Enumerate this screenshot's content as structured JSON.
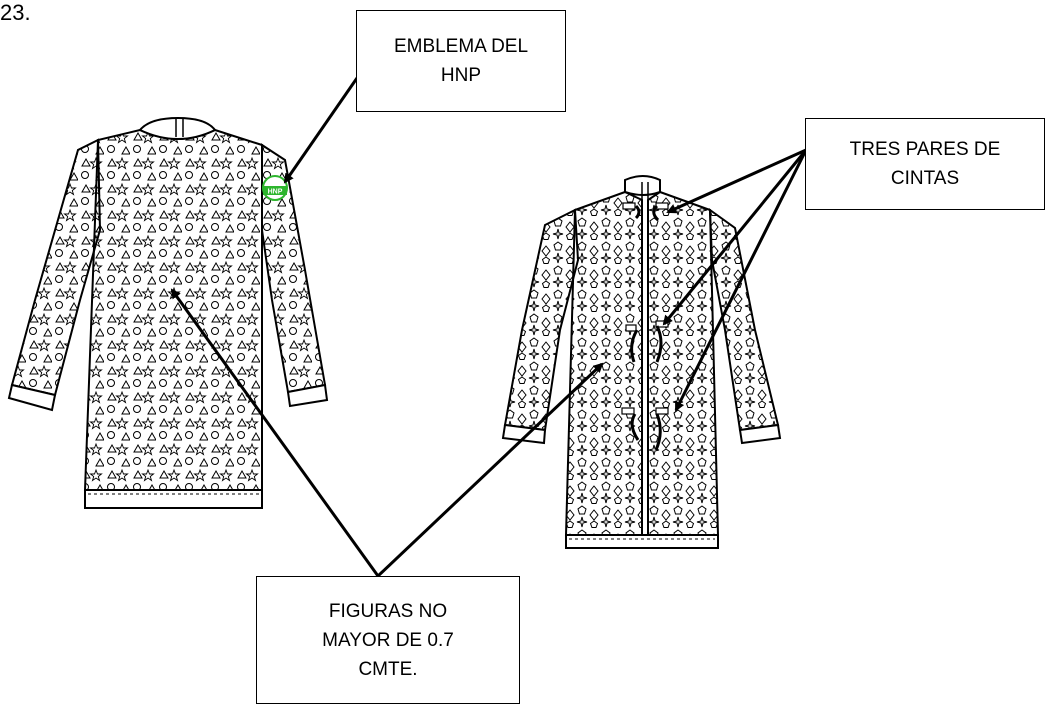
{
  "item_number": "23.",
  "callouts": {
    "emblem": "EMBLEMA DEL\nHNP",
    "tapes": "TRES PARES DE\nCINTAS",
    "figures": "FIGURAS NO\nMAYOR DE 0.7\nCMTE."
  },
  "emblem_logo_text": "HNP",
  "colors": {
    "ink": "#000000",
    "emblem": "#2db52d",
    "background": "#ffffff"
  },
  "garments": [
    {
      "name": "front-view-gown",
      "pattern": [
        "triangle",
        "star",
        "circle"
      ]
    },
    {
      "name": "back-view-coat",
      "pattern": [
        "pentagon",
        "diamond",
        "four-point-star"
      ]
    }
  ]
}
